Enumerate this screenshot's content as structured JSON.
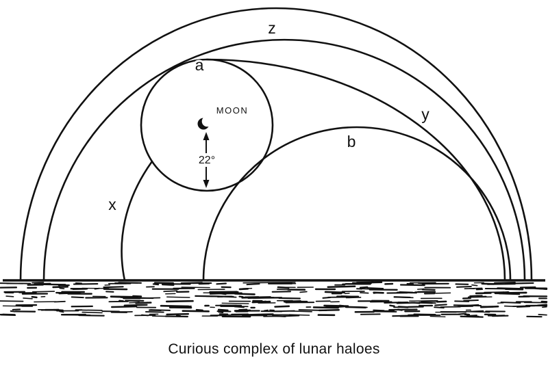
{
  "figure": {
    "caption": "Curious complex of lunar haloes",
    "labels": {
      "z": "z",
      "y": "y",
      "x": "x",
      "a": "a",
      "b": "b"
    },
    "moon_label": "MOON",
    "angle_label": "22°"
  },
  "icons": {
    "moon": "crescent-moon-icon",
    "arrow": "double-headed-vertical-arrow"
  },
  "colors": {
    "ink": "#111111",
    "background": "#ffffff"
  }
}
